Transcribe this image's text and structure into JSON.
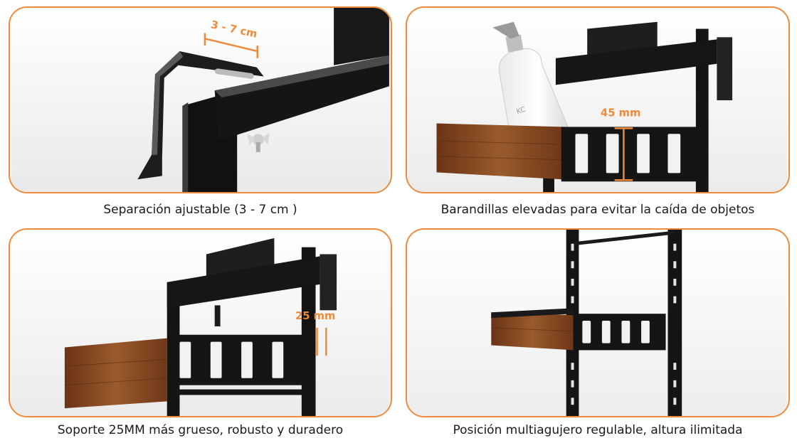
{
  "colors": {
    "accent": "#ee8a3a",
    "frame": "#1c1c1c",
    "wood": "#8a4a22"
  },
  "panels": [
    {
      "dimension": "3 - 7 cm",
      "caption": "Separación ajustable (3 - 7 cm )"
    },
    {
      "dimension": "45 mm",
      "bottle_text": "KC",
      "caption": "Barandillas elevadas para evitar la caída de objetos"
    },
    {
      "dimension": "25 mm",
      "caption": "Soporte 25MM más grueso, robusto y duradero"
    },
    {
      "caption": "Posición multiagujero regulable, altura ilimitada"
    }
  ]
}
